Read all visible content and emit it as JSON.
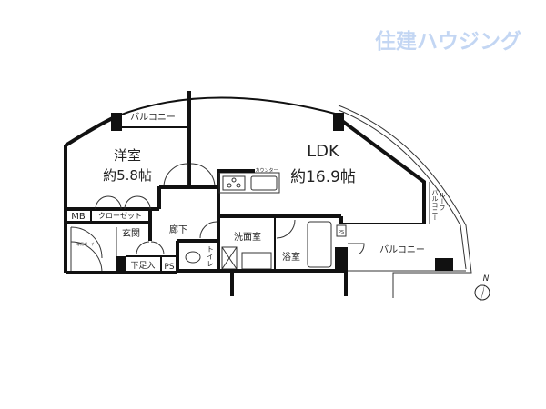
{
  "logo": "住建ハウジング",
  "rooms": {
    "western_room": "洋室",
    "western_room_size": "約5.8帖",
    "balcony_small": "バルコニー",
    "mb": "MB",
    "closet": "クローゼット",
    "porch": "専用ポーチ",
    "entrance": "玄関",
    "shoe_storage": "下足入",
    "ps_left": "PS",
    "corridor": "廊下",
    "toilet": "トイレ",
    "counter": "カウンター",
    "ldk": "LDK",
    "ldk_size": "約16.9帖",
    "washroom": "洗面室",
    "bathroom": "浴室",
    "ps_right": "PS",
    "balcony": "バルコニー",
    "roof_balcony_a": "ルーフ",
    "roof_balcony_b": "バルコニー"
  },
  "compass": "N"
}
